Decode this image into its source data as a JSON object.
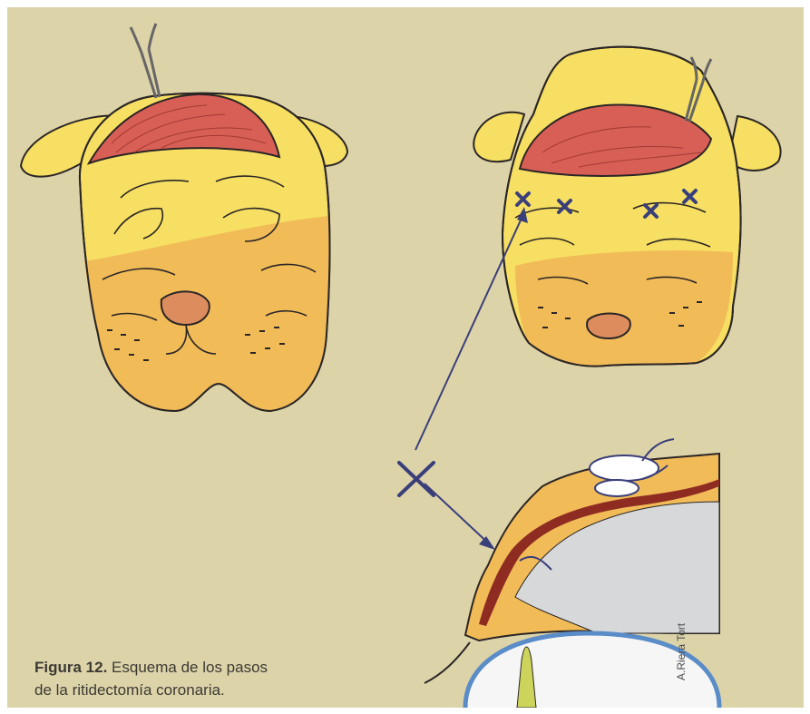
{
  "caption": {
    "label": "Figura 12.",
    "text_line1": " Esquema de los pasos",
    "text_line2": "de la ritidectomía coronaria."
  },
  "signature": "A.Riera Tort",
  "colors": {
    "background": "#ddd3a9",
    "skin_yellow": "#f6df62",
    "skin_orange": "#f1bb58",
    "excised_skin": "#d85f56",
    "nose": "#dd8d5d",
    "suture_blue": "#3a3f7a",
    "bone_gray": "#d7d8d9",
    "lens_green": "#ccd45b",
    "outline": "#2b2626"
  },
  "icons": {
    "forceps": "forceps-icon",
    "suture_mark": "x-mark-icon"
  }
}
